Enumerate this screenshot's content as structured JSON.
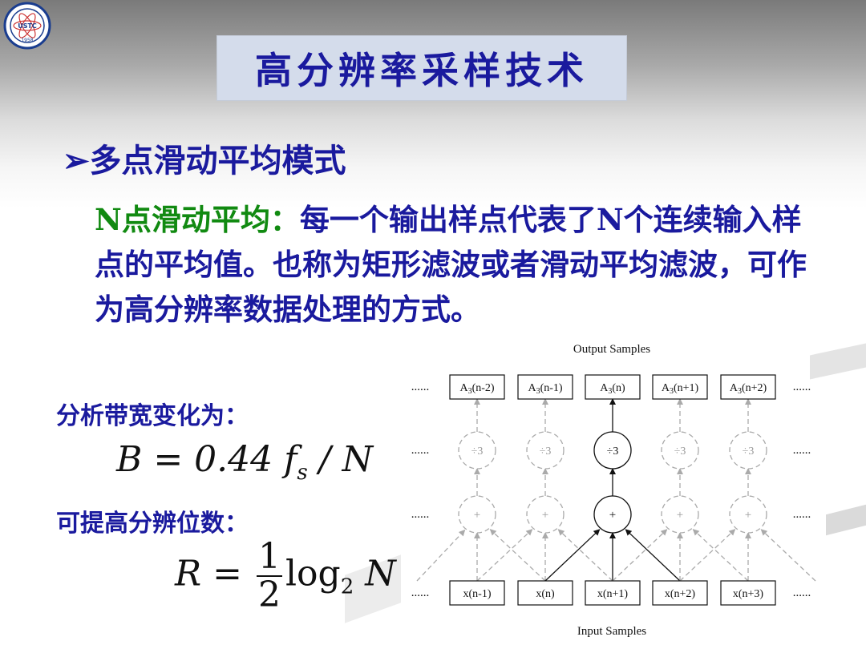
{
  "slide": {
    "title": "高分辨率采样技术",
    "bullet": "多点滑动平均模式",
    "paragraph": {
      "label": "N点滑动平均：",
      "text": "每一个输出样点代表了N个连续输入样点的平均值。也称为矩形滤波或者滑动平均滤波，可作为高分辨率数据处理的方式。"
    },
    "bandwidth_label": "分析带宽变化为：",
    "bandwidth_formula": "B = 0.44 f",
    "bandwidth_sub": "s",
    "bandwidth_tail": " / N",
    "resolution_label": "可提高分辨位数：",
    "resolution_lhs": "R = ",
    "resolution_num": "1",
    "resolution_den": "2",
    "resolution_log": "log",
    "resolution_log_sub": "2",
    "resolution_tail": " N"
  },
  "logo": {
    "text": "USTC",
    "year": "1958"
  },
  "diagram": {
    "output_title": "Output Samples",
    "input_title": "Input Samples",
    "ellipsis": "......",
    "outputs": [
      {
        "pre": "A",
        "sub": "3",
        "post": "(n-2)"
      },
      {
        "pre": "A",
        "sub": "3",
        "post": "(n-1)"
      },
      {
        "pre": "A",
        "sub": "3",
        "post": "(n)"
      },
      {
        "pre": "A",
        "sub": "3",
        "post": "(n+1)"
      },
      {
        "pre": "A",
        "sub": "3",
        "post": "(n+2)"
      }
    ],
    "dividers": [
      "÷3",
      "÷3",
      "÷3",
      "÷3",
      "÷3"
    ],
    "adders": [
      "+",
      "+",
      "+",
      "+",
      "+"
    ],
    "inputs": [
      "x(n-1)",
      "x(n)",
      "x(n+1)",
      "x(n+2)",
      "x(n+3)"
    ],
    "active_index": 2
  },
  "colors": {
    "title_text": "#1a1a9e",
    "title_bg": "#d4dceb",
    "label_green": "#118a11",
    "dashed": "#aaaaaa"
  }
}
